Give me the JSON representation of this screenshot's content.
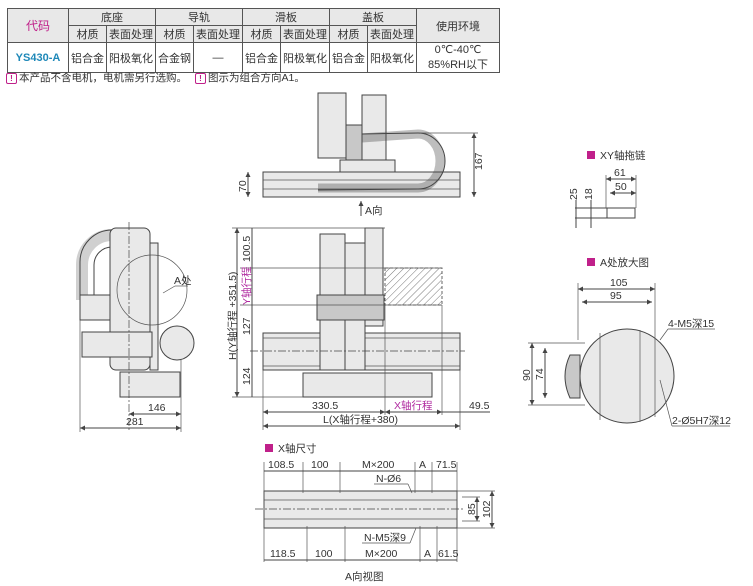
{
  "table": {
    "headers": {
      "code": "代码",
      "base": "底座",
      "rail": "导轨",
      "slider": "滑板",
      "cover": "盖板",
      "env": "使用环境",
      "material": "材质",
      "surface": "表面处理"
    },
    "row": {
      "code": "YS430-A",
      "base_material": "铝合金",
      "base_surface": "阳极氧化",
      "rail_material": "合金钢",
      "rail_surface": "—",
      "slider_material": "铝合金",
      "slider_surface": "阳极氧化",
      "cover_material": "铝合金",
      "cover_surface": "阳极氧化",
      "env_line1": "0℃-40℃",
      "env_line2": "85%RH以下"
    }
  },
  "notes": [
    "本产品不含电机，电机需另行选购。",
    "图示为组合方向A1。"
  ],
  "notes_icon": "warning-icon",
  "top_view": {
    "dim_height": "167",
    "dim_rail": "70",
    "direction": "A向"
  },
  "side_view": {
    "label_a": "A处",
    "dim_146": "146",
    "dim_281": "281"
  },
  "front_view": {
    "dim_top": "100.5",
    "y_stroke": "Y轴行程",
    "dim_127": "127",
    "dim_124": "124",
    "dim_h": "H(Y轴行程 +351.5)",
    "dim_left": "330.5",
    "x_stroke": "X轴行程",
    "dim_right": "49.5",
    "dim_l": "L(X轴行程+380)"
  },
  "xy_chain": {
    "title": "XY轴拖链",
    "dim_61": "61",
    "dim_50": "50",
    "dim_25": "25",
    "dim_18": "18"
  },
  "detail_a": {
    "title": "A处放大图",
    "dim_105": "105",
    "dim_95": "95",
    "dim_90": "90",
    "dim_74": "74",
    "hole_m5": "4-M5深15",
    "hole_pin": "2-Ø5H7深12"
  },
  "x_axis": {
    "title": "X轴尺寸",
    "top": [
      "108.5",
      "100",
      "M×200",
      "A",
      "71.5"
    ],
    "bottom": [
      "118.5",
      "100",
      "M×200",
      "A",
      "61.5"
    ],
    "hole_top": "N-Ø6",
    "hole_bottom": "N-M5深9",
    "dim_85": "85",
    "dim_102": "102",
    "caption": "A向视图"
  },
  "colors": {
    "accent": "#c0208a",
    "code": "#1e88b8",
    "hatch_label": "#b02aa0"
  }
}
